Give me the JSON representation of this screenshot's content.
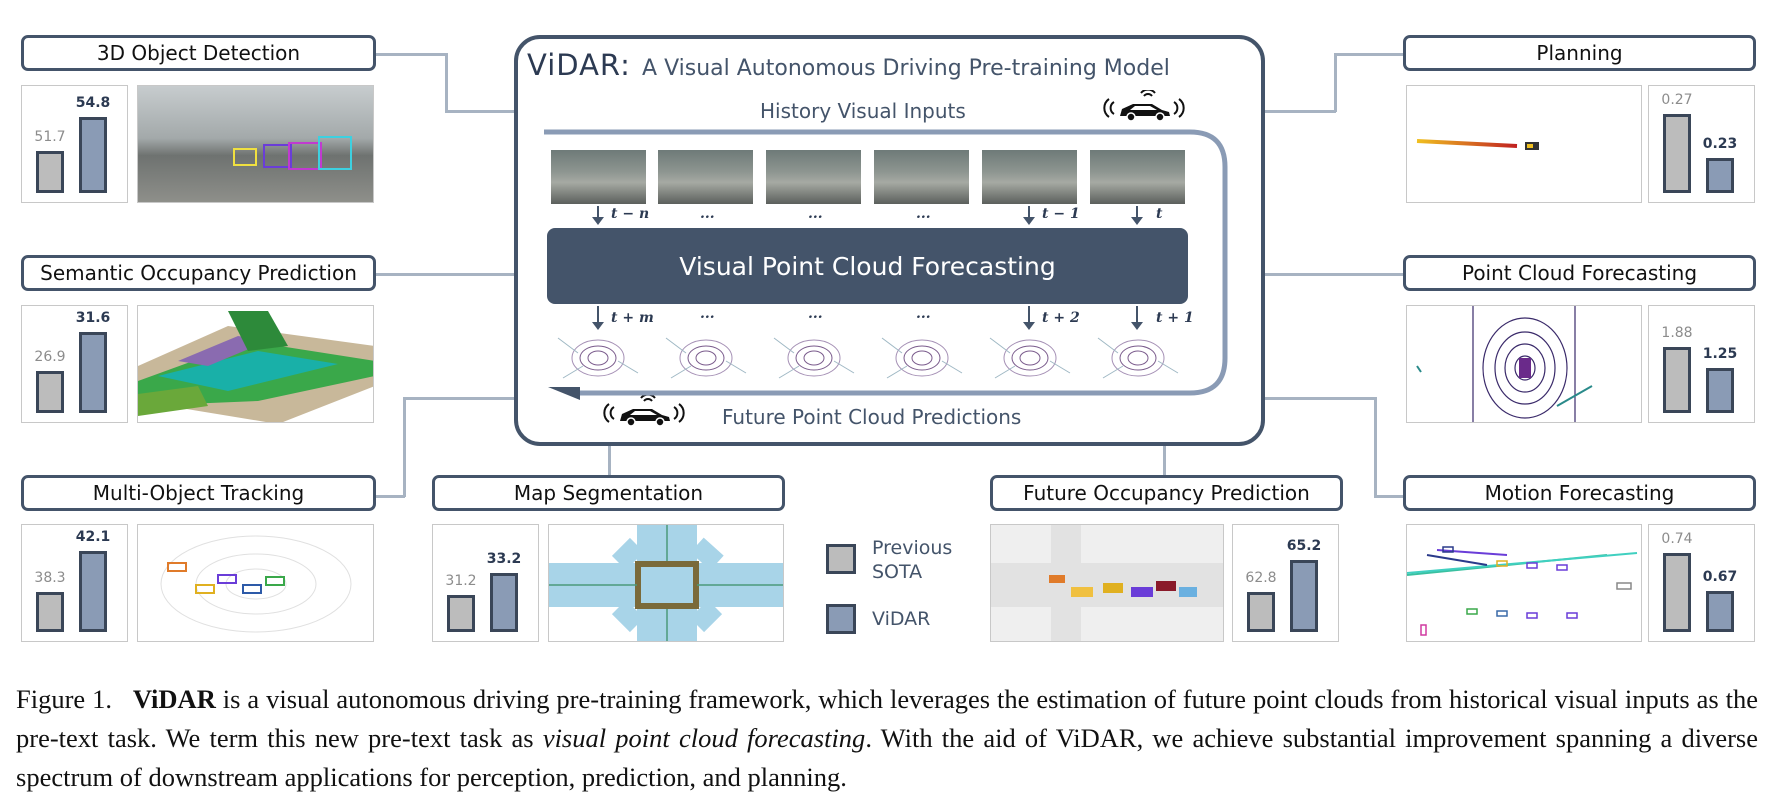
{
  "header": {
    "logo": "ViDAR:",
    "title": "A Visual Autonomous Driving Pre-training Model",
    "history_label": "History Visual Inputs",
    "future_label": "Future Point Cloud Predictions",
    "forecast_label": "Visual Point Cloud Forecasting"
  },
  "time_inputs": [
    "t − n",
    "...",
    "...",
    "...",
    "t − 1",
    "t"
  ],
  "time_outputs": [
    "t + m",
    "...",
    "...",
    "...",
    "t + 2",
    "t + 1"
  ],
  "tasks": {
    "det3d": {
      "title": "3D Object Detection",
      "prev": "51.7",
      "vidar": "54.8"
    },
    "semocc": {
      "title": "Semantic Occupancy Prediction",
      "prev": "26.9",
      "vidar": "31.6"
    },
    "mot": {
      "title": "Multi-Object Tracking",
      "prev": "38.3",
      "vidar": "42.1"
    },
    "mapseg": {
      "title": "Map Segmentation",
      "prev": "31.2",
      "vidar": "33.2"
    },
    "futocc": {
      "title": "Future Occupancy Prediction",
      "prev": "62.8",
      "vidar": "65.2"
    },
    "planning": {
      "title": "Planning",
      "prev": "0.27",
      "vidar": "0.23"
    },
    "pcf": {
      "title": "Point Cloud Forecasting",
      "prev": "1.88",
      "vidar": "1.25"
    },
    "motion": {
      "title": "Motion Forecasting",
      "prev": "0.74",
      "vidar": "0.67"
    }
  },
  "legend": {
    "previous": "Previous SOTA",
    "vidar": "ViDAR"
  },
  "caption": {
    "label": "Figure 1.",
    "bold": "ViDAR",
    "part1": " is a visual autonomous driving pre-training framework, which leverages the estimation of future point clouds from historical visual inputs as the pre-text task. We term this new pre-text task as ",
    "italic": "visual point cloud forecasting",
    "part2": ". With the aid of ViDAR, we achieve substantial improvement spanning a diverse spectrum of downstream applications for perception, prediction, and planning."
  },
  "colors": {
    "dark": "#44546a",
    "prev_bar": "#bcbcbc",
    "vidar_bar": "#8a9bb5"
  }
}
